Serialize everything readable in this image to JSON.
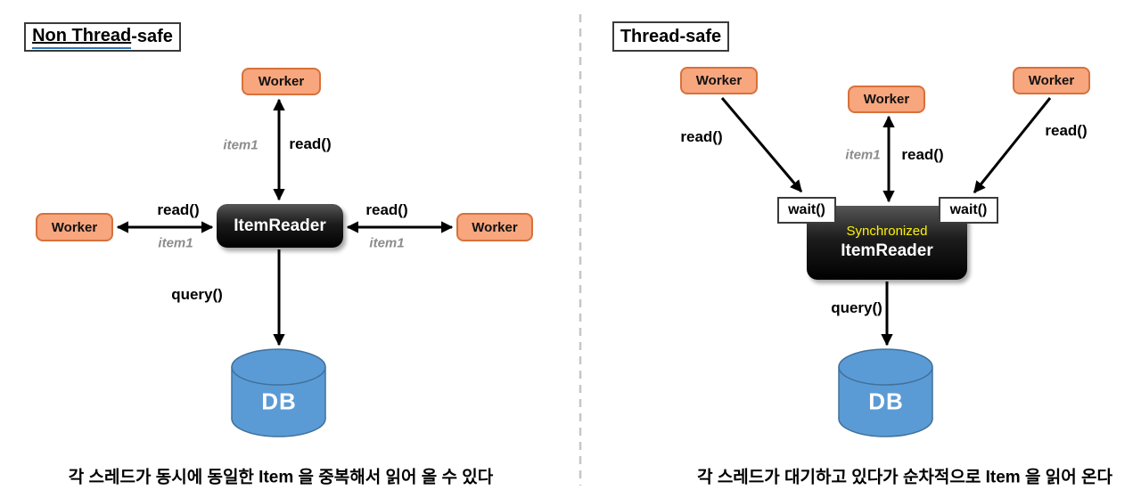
{
  "colors": {
    "worker_fill": "#F7A67E",
    "worker_border": "#D8713A",
    "reader_bg": "#000000",
    "sync_yellow": "#FFF100",
    "db_fill": "#5B9BD5",
    "db_border": "#40719C",
    "item1_gray": "#8C8C8C",
    "divider_gray": "#C6C6C6"
  },
  "left": {
    "title_underlined": "Non Thread",
    "title_rest": "-safe",
    "worker_top": "Worker",
    "worker_left": "Worker",
    "worker_right": "Worker",
    "reader": "ItemReader",
    "db": "DB",
    "item1_top": "item1",
    "read_top": "read()",
    "read_left": "read()",
    "item1_left": "item1",
    "read_right": "read()",
    "item1_right": "item1",
    "query": "query()",
    "caption": "각 스레드가 동시에 동일한 Item 을 중복해서 읽어 올 수 있다"
  },
  "right": {
    "title": "Thread-safe",
    "worker_left": "Worker",
    "worker_center": "Worker",
    "worker_right": "Worker",
    "wait_left": "wait()",
    "wait_right": "wait()",
    "sync": "Synchronized",
    "reader": "ItemReader",
    "db": "DB",
    "read_left": "read()",
    "item1_center": "item1",
    "read_center": "read()",
    "read_right": "read()",
    "query": "query()",
    "caption": "각 스레드가 대기하고 있다가 순차적으로 Item 을 읽어 온다"
  }
}
